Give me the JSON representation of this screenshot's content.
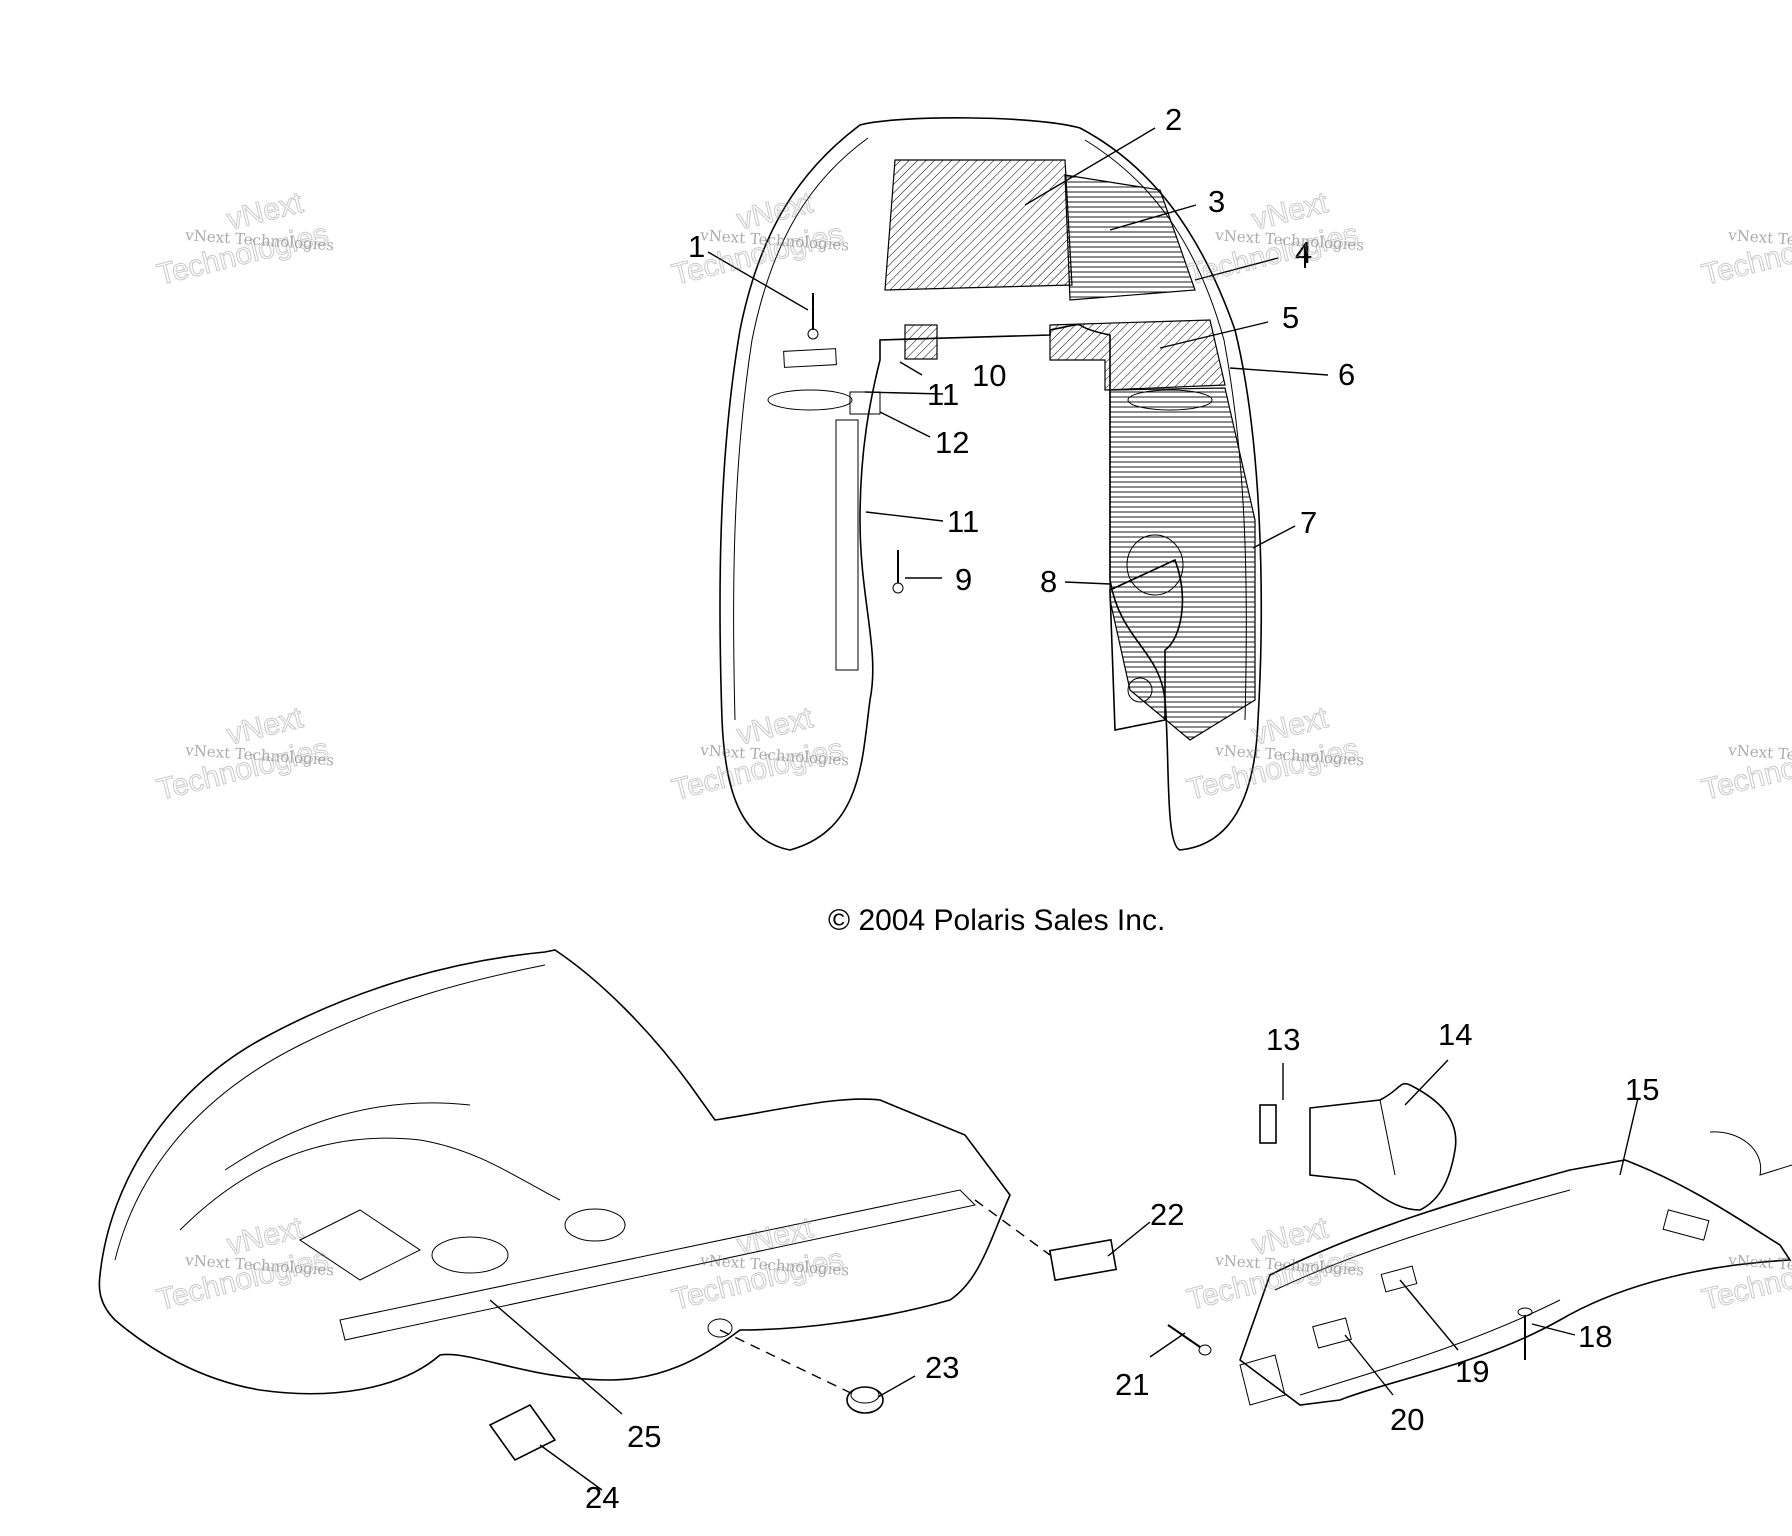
{
  "copyright": "© 2004 Polaris Sales Inc.",
  "watermark": {
    "line_small": "vNext Technologies",
    "line_big_1": "vNext",
    "line_big_2": "Technologies"
  },
  "callouts": {
    "c1": "1",
    "c2": "2",
    "c3": "3",
    "c4": "4",
    "c5": "5",
    "c6": "6",
    "c7": "7",
    "c8": "8",
    "c9": "9",
    "c10": "10",
    "c11a": "11",
    "c11b": "11",
    "c12": "12",
    "c13": "13",
    "c14": "14",
    "c15": "15",
    "c18": "18",
    "c19": "19",
    "c20": "20",
    "c21": "21",
    "c22": "22",
    "c23": "23",
    "c24": "24",
    "c25": "25"
  }
}
